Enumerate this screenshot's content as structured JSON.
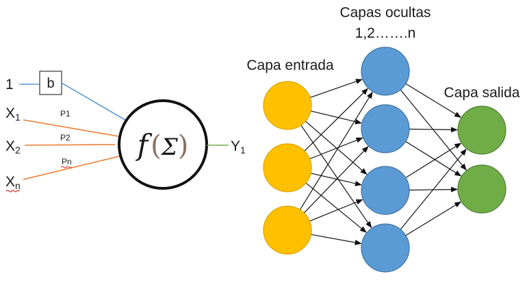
{
  "perceptron": {
    "bias_input": "1",
    "bias_box": "b",
    "inputs": [
      {
        "base": "X",
        "sub": "1",
        "weight": "P1"
      },
      {
        "base": "X",
        "sub": "2",
        "weight": "P2"
      },
      {
        "base": "X",
        "sub": "n",
        "weight": "Pn"
      }
    ],
    "function_f": "f",
    "paren_open": "(",
    "sigma": "Σ",
    "paren_close": ")",
    "output_base": "Y",
    "output_sub": "1"
  },
  "network": {
    "input_layer_label": "Capa entrada",
    "hidden_layer_label_line1": "Capas ocultas",
    "hidden_layer_label_line2": "1,2…….n",
    "output_layer_label": "Capa salida",
    "input_count": 3,
    "hidden_count": 4,
    "output_count": 2
  },
  "colors": {
    "bias_line": "#5b9bd5",
    "weight_lines": "#ed7d31",
    "output_line": "#70ad47",
    "input_node": "#ffc000",
    "input_node_stroke": "#d9a300",
    "hidden_node": "#5b9bd5",
    "hidden_node_stroke": "#41719c",
    "output_node": "#70ad47",
    "output_node_stroke": "#507e32",
    "spell_underline": "#e02020"
  }
}
